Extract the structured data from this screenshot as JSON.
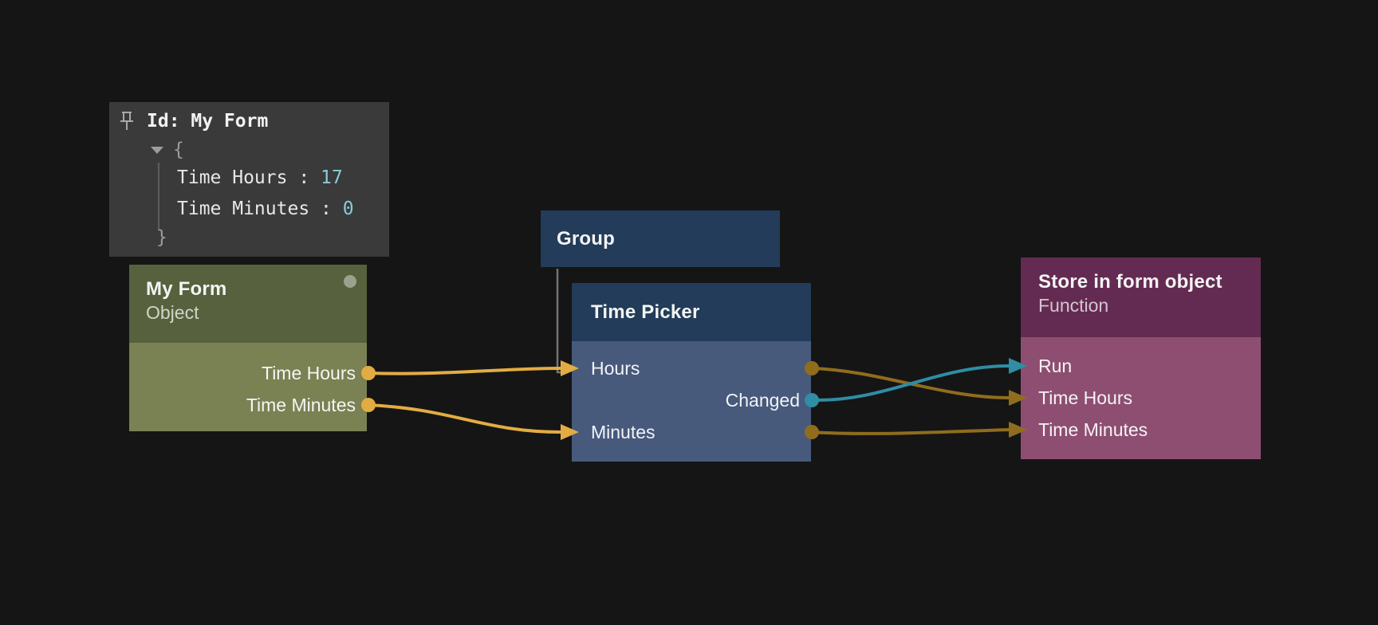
{
  "inspector": {
    "title": "Id: My Form",
    "open_brace": "{",
    "close_brace": "}",
    "fields": [
      {
        "label": "Time Hours",
        "separator": " : ",
        "value": "17"
      },
      {
        "label": "Time Minutes",
        "separator": " : ",
        "value": "0"
      }
    ]
  },
  "nodes": {
    "my_form": {
      "title": "My Form",
      "subtitle": "Object",
      "outputs": [
        "Time Hours",
        "Time Minutes"
      ]
    },
    "group": {
      "title": "Group"
    },
    "time_picker": {
      "title": "Time Picker",
      "rows": [
        {
          "label": "Hours",
          "side": "input"
        },
        {
          "label": "Changed",
          "side": "output"
        },
        {
          "label": "Minutes",
          "side": "input"
        }
      ]
    },
    "store": {
      "title": "Store in form object",
      "subtitle": "Function",
      "inputs": [
        "Run",
        "Time Hours",
        "Time Minutes"
      ]
    }
  },
  "colors": {
    "background": "#151515",
    "inspector_bg": "#3a3a3a",
    "inspector_value": "#87ccdb",
    "inspector_muted": "#9c9c9c",
    "my_form_header": "#57613d",
    "my_form_body": "#7a8153",
    "blue_header": "#223c59",
    "blue_body": "#475a7c",
    "store_header": "#642b52",
    "store_body": "#8d4e72",
    "gold_bright": "#e3ac43",
    "gold_dark": "#8f6d1d",
    "teal": "#2f8da4",
    "hierarchy_line": "#757575",
    "status_dot": "#9ba18c"
  }
}
